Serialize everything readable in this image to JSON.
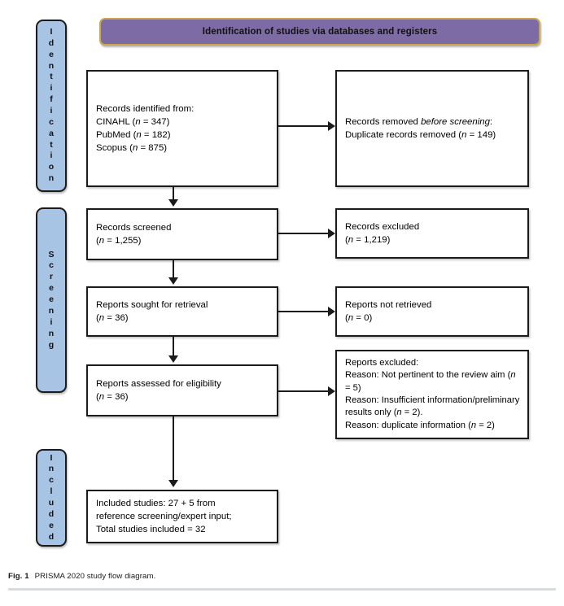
{
  "figure": {
    "banner": {
      "title": "Identification of studies via databases and registers",
      "fill_color": "#7d6ba5",
      "border_color": "#c9a84c"
    },
    "stages": [
      {
        "name": "identification",
        "label": "Identification",
        "fill_color": "#a8c4e5"
      },
      {
        "name": "screening",
        "label": "Screening",
        "fill_color": "#a8c4e5"
      },
      {
        "name": "included",
        "label": "Included",
        "fill_color": "#a8c4e5"
      }
    ],
    "boxes": {
      "records_identified": {
        "lines": [
          "Records identified from:",
          "CINAHL (n = 347)",
          "PubMed (n = 182)",
          "Scopus (n = 875)"
        ]
      },
      "records_removed": {
        "lines": [
          "Records removed before screening:",
          "Duplicate records removed (n = 149)"
        ]
      },
      "records_screened": {
        "lines": [
          "Records screened",
          "(n = 1,255)"
        ]
      },
      "records_excluded": {
        "lines": [
          "Records excluded",
          "(n = 1,219)"
        ]
      },
      "reports_sought": {
        "lines": [
          "Reports sought for retrieval",
          "(n = 36)"
        ]
      },
      "reports_not_retrieved": {
        "lines": [
          "Reports not retrieved",
          "(n = 0)"
        ]
      },
      "reports_assessed": {
        "lines": [
          "Reports assessed for eligibility",
          "(n = 36)"
        ]
      },
      "reports_excluded": {
        "lines": [
          "Reports excluded:",
          "Reason: Not pertinent to the review aim (n = 5)",
          "Reason: Insufficient information/preliminary results only (n = 2).",
          "Reason: duplicate information (n = 2)"
        ]
      },
      "studies_included": {
        "lines": [
          "Included studies: 27 + 5 from",
          "reference screening/expert input;",
          "Total studies included = 32"
        ]
      }
    }
  },
  "caption": {
    "figure_number": "Fig. 1",
    "text": "PRISMA 2020 study flow diagram."
  }
}
